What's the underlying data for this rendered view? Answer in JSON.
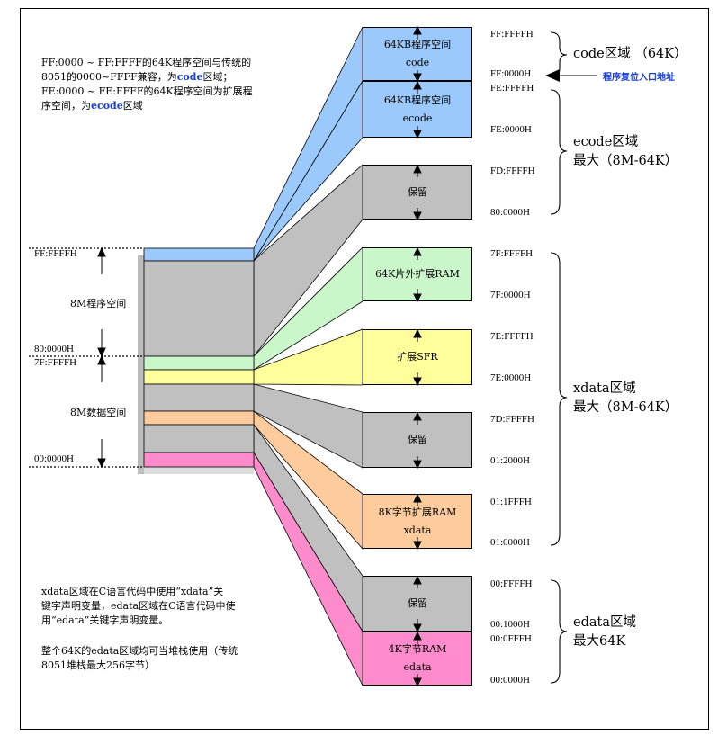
{
  "colors": {
    "code": "#9cc9fb",
    "reserved": "#c0c0c0",
    "xram64k": "#c9f7c9",
    "sfr": "#fefe9a",
    "xdata8k": "#fecc9c",
    "edata": "#fe8ccc",
    "annotation_blue": "#1a3fd6"
  },
  "notes": {
    "top": [
      "FF:0000 ~ FF:FFFF的64K程序空间与传统的",
      "8051的0000~FFFF兼容，为",
      "code",
      "区域；",
      "FE:0000 ~ FE:FFFF的64K程序空间为扩展程",
      "序空间，为",
      "ecode",
      "区域"
    ],
    "bottom1": [
      "xdata区域在C语言代码中使用“xdata”关",
      "键字声明变量，edata区域在C语言代码中使",
      "用“edata”关键字声明变量。"
    ],
    "bottom2": [
      "整个64K的edata区域均可当堆栈使用（传统",
      "8051堆栈最大256字节）"
    ]
  },
  "left_map": {
    "addr_top": "FF:FFFFH",
    "addr_mid1": "80:0000H",
    "addr_mid2": "7F:FFFFH",
    "addr_bottom": "00:0000H",
    "program_label": "8M程序空间",
    "data_label": "8M数据空间"
  },
  "blocks": [
    {
      "id": "code",
      "lines": [
        "64KB程序空间",
        "code"
      ]
    },
    {
      "id": "ecode",
      "lines": [
        "64KB程序空间",
        "ecode"
      ]
    },
    {
      "id": "reserved1",
      "lines": [
        "保留"
      ]
    },
    {
      "id": "xram64k",
      "lines": [
        "64K片外扩展RAM"
      ]
    },
    {
      "id": "sfr",
      "lines": [
        "扩展SFR"
      ]
    },
    {
      "id": "reserved2",
      "lines": [
        "保留"
      ]
    },
    {
      "id": "xdata8k",
      "lines": [
        "8K字节扩展RAM",
        "xdata"
      ]
    },
    {
      "id": "reserved3",
      "lines": [
        "保留"
      ]
    },
    {
      "id": "edata4k",
      "lines": [
        "4K字节RAM",
        "edata"
      ]
    }
  ],
  "addresses": [
    "FF:FFFFH",
    "FF:0000H",
    "FE:FFFFH",
    "FE:0000H",
    "FD:FFFFH",
    "80:0000H",
    "7F:FFFFH",
    "7F:0000H",
    "7E:FFFFH",
    "7E:0000H",
    "7D:FFFFH",
    "01:2000H",
    "01:1FFFH",
    "01:0000H",
    "00:FFFFH",
    "00:1000H",
    "00:0FFFH",
    "00:0000H"
  ],
  "regions": {
    "code": "code区域  （64K）",
    "ecode": [
      "ecode区域",
      "最大（8M-64K）"
    ],
    "xdata": [
      "xdata区域",
      "最大（8M-64K）"
    ],
    "edata": [
      "edata区域",
      "最大64K"
    ]
  },
  "reset_label": "程序复位入口地址"
}
